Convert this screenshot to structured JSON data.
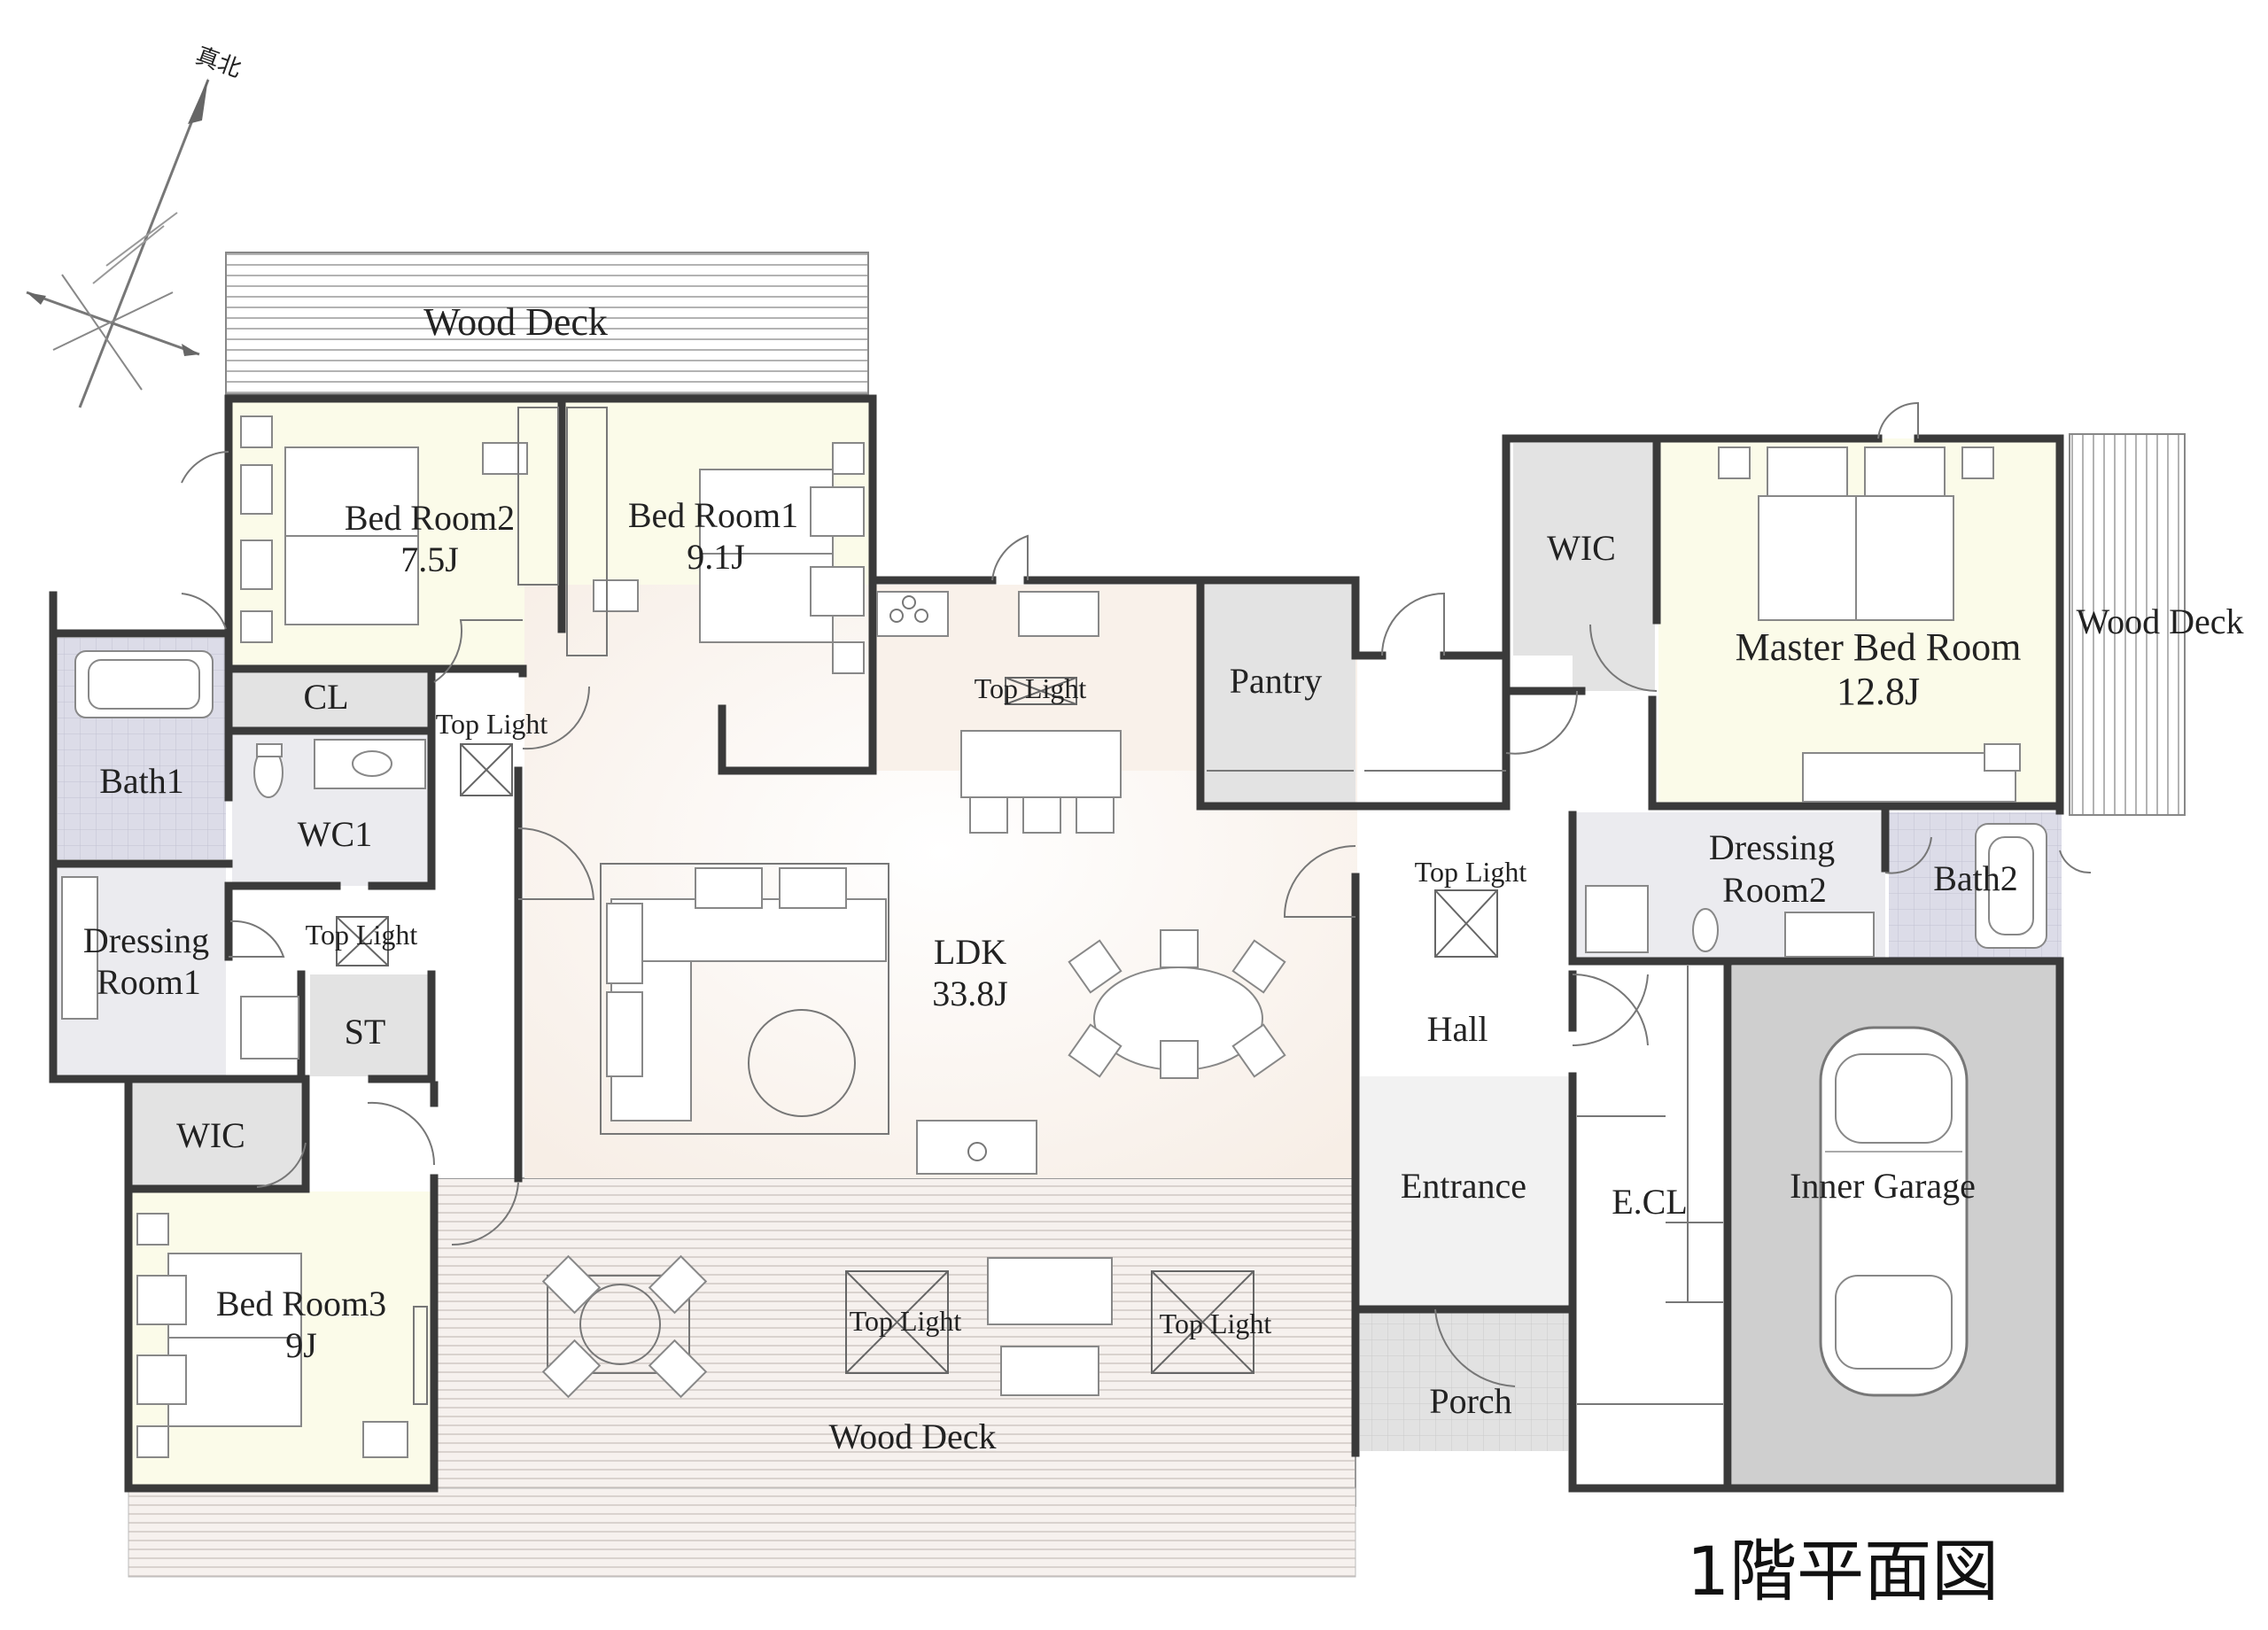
{
  "compass": {
    "label": "真北"
  },
  "plan_title": "1階平面図",
  "rooms": {
    "wood_deck_top": "Wood Deck",
    "bed_room2": {
      "name": "Bed Room2",
      "size": "7.5J"
    },
    "bed_room1": {
      "name": "Bed Room1",
      "size": "9.1J"
    },
    "bath1": "Bath1",
    "cl": "CL",
    "wc1": "WC1",
    "dressing_room1": {
      "line1": "Dressing",
      "line2": "Room1"
    },
    "st": "ST",
    "wic_left": "WIC",
    "bed_room3": {
      "name": "Bed Room3",
      "size": "9J"
    },
    "ldk": {
      "name": "LDK",
      "size": "33.8J"
    },
    "pantry": "Pantry",
    "wic_right": "WIC",
    "master_bed_room": {
      "name": "Master Bed Room",
      "size": "12.8J"
    },
    "wood_deck_right": "Wood Deck",
    "dressing_room2": {
      "line1": "Dressing",
      "line2": "Room2"
    },
    "bath2": "Bath2",
    "hall": "Hall",
    "entrance": "Entrance",
    "ecl": "E.CL",
    "inner_garage": "Inner Garage",
    "porch": "Porch",
    "wood_deck_bottom": "Wood Deck"
  },
  "top_light_label": "Top Light",
  "colors": {
    "wall": "#3a3a3a",
    "bedroom_fill": "#fbfbe9",
    "ldk_fill": "#f9f1ea",
    "wet_fill": "#ebebef",
    "storage_fill": "#e3e3e3",
    "tile_fill": "#dcdce8",
    "garage_fill": "#cfcfcf",
    "deck_line": "#9a9a9a"
  }
}
